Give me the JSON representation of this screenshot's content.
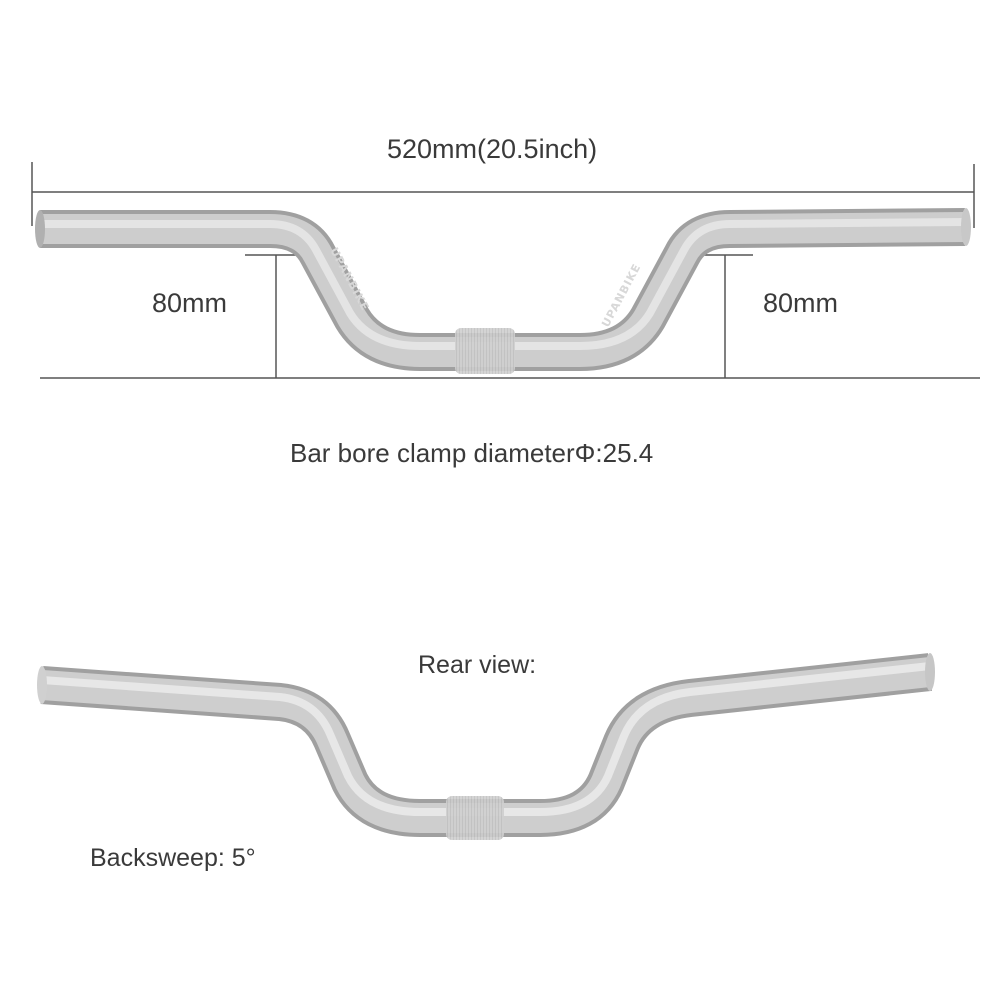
{
  "product": "Bicycle riser handlebar",
  "front_view": {
    "width_label": "520mm(20.5inch)",
    "rise_left_label": "80mm",
    "rise_right_label": "80mm",
    "brand_mark": "UPANBIKE",
    "clamp_label": "Bar bore clamp diameterΦ:25.4"
  },
  "rear_view": {
    "title": "Rear view:",
    "backsweep_label": "Backsweep: 5°"
  },
  "colors": {
    "background": "#ffffff",
    "text": "#3a3a3a",
    "dimension_line": "#555555",
    "bar_light": "#e6e6e6",
    "bar_mid": "#c4c4c4",
    "bar_dark": "#9a9a9a"
  }
}
